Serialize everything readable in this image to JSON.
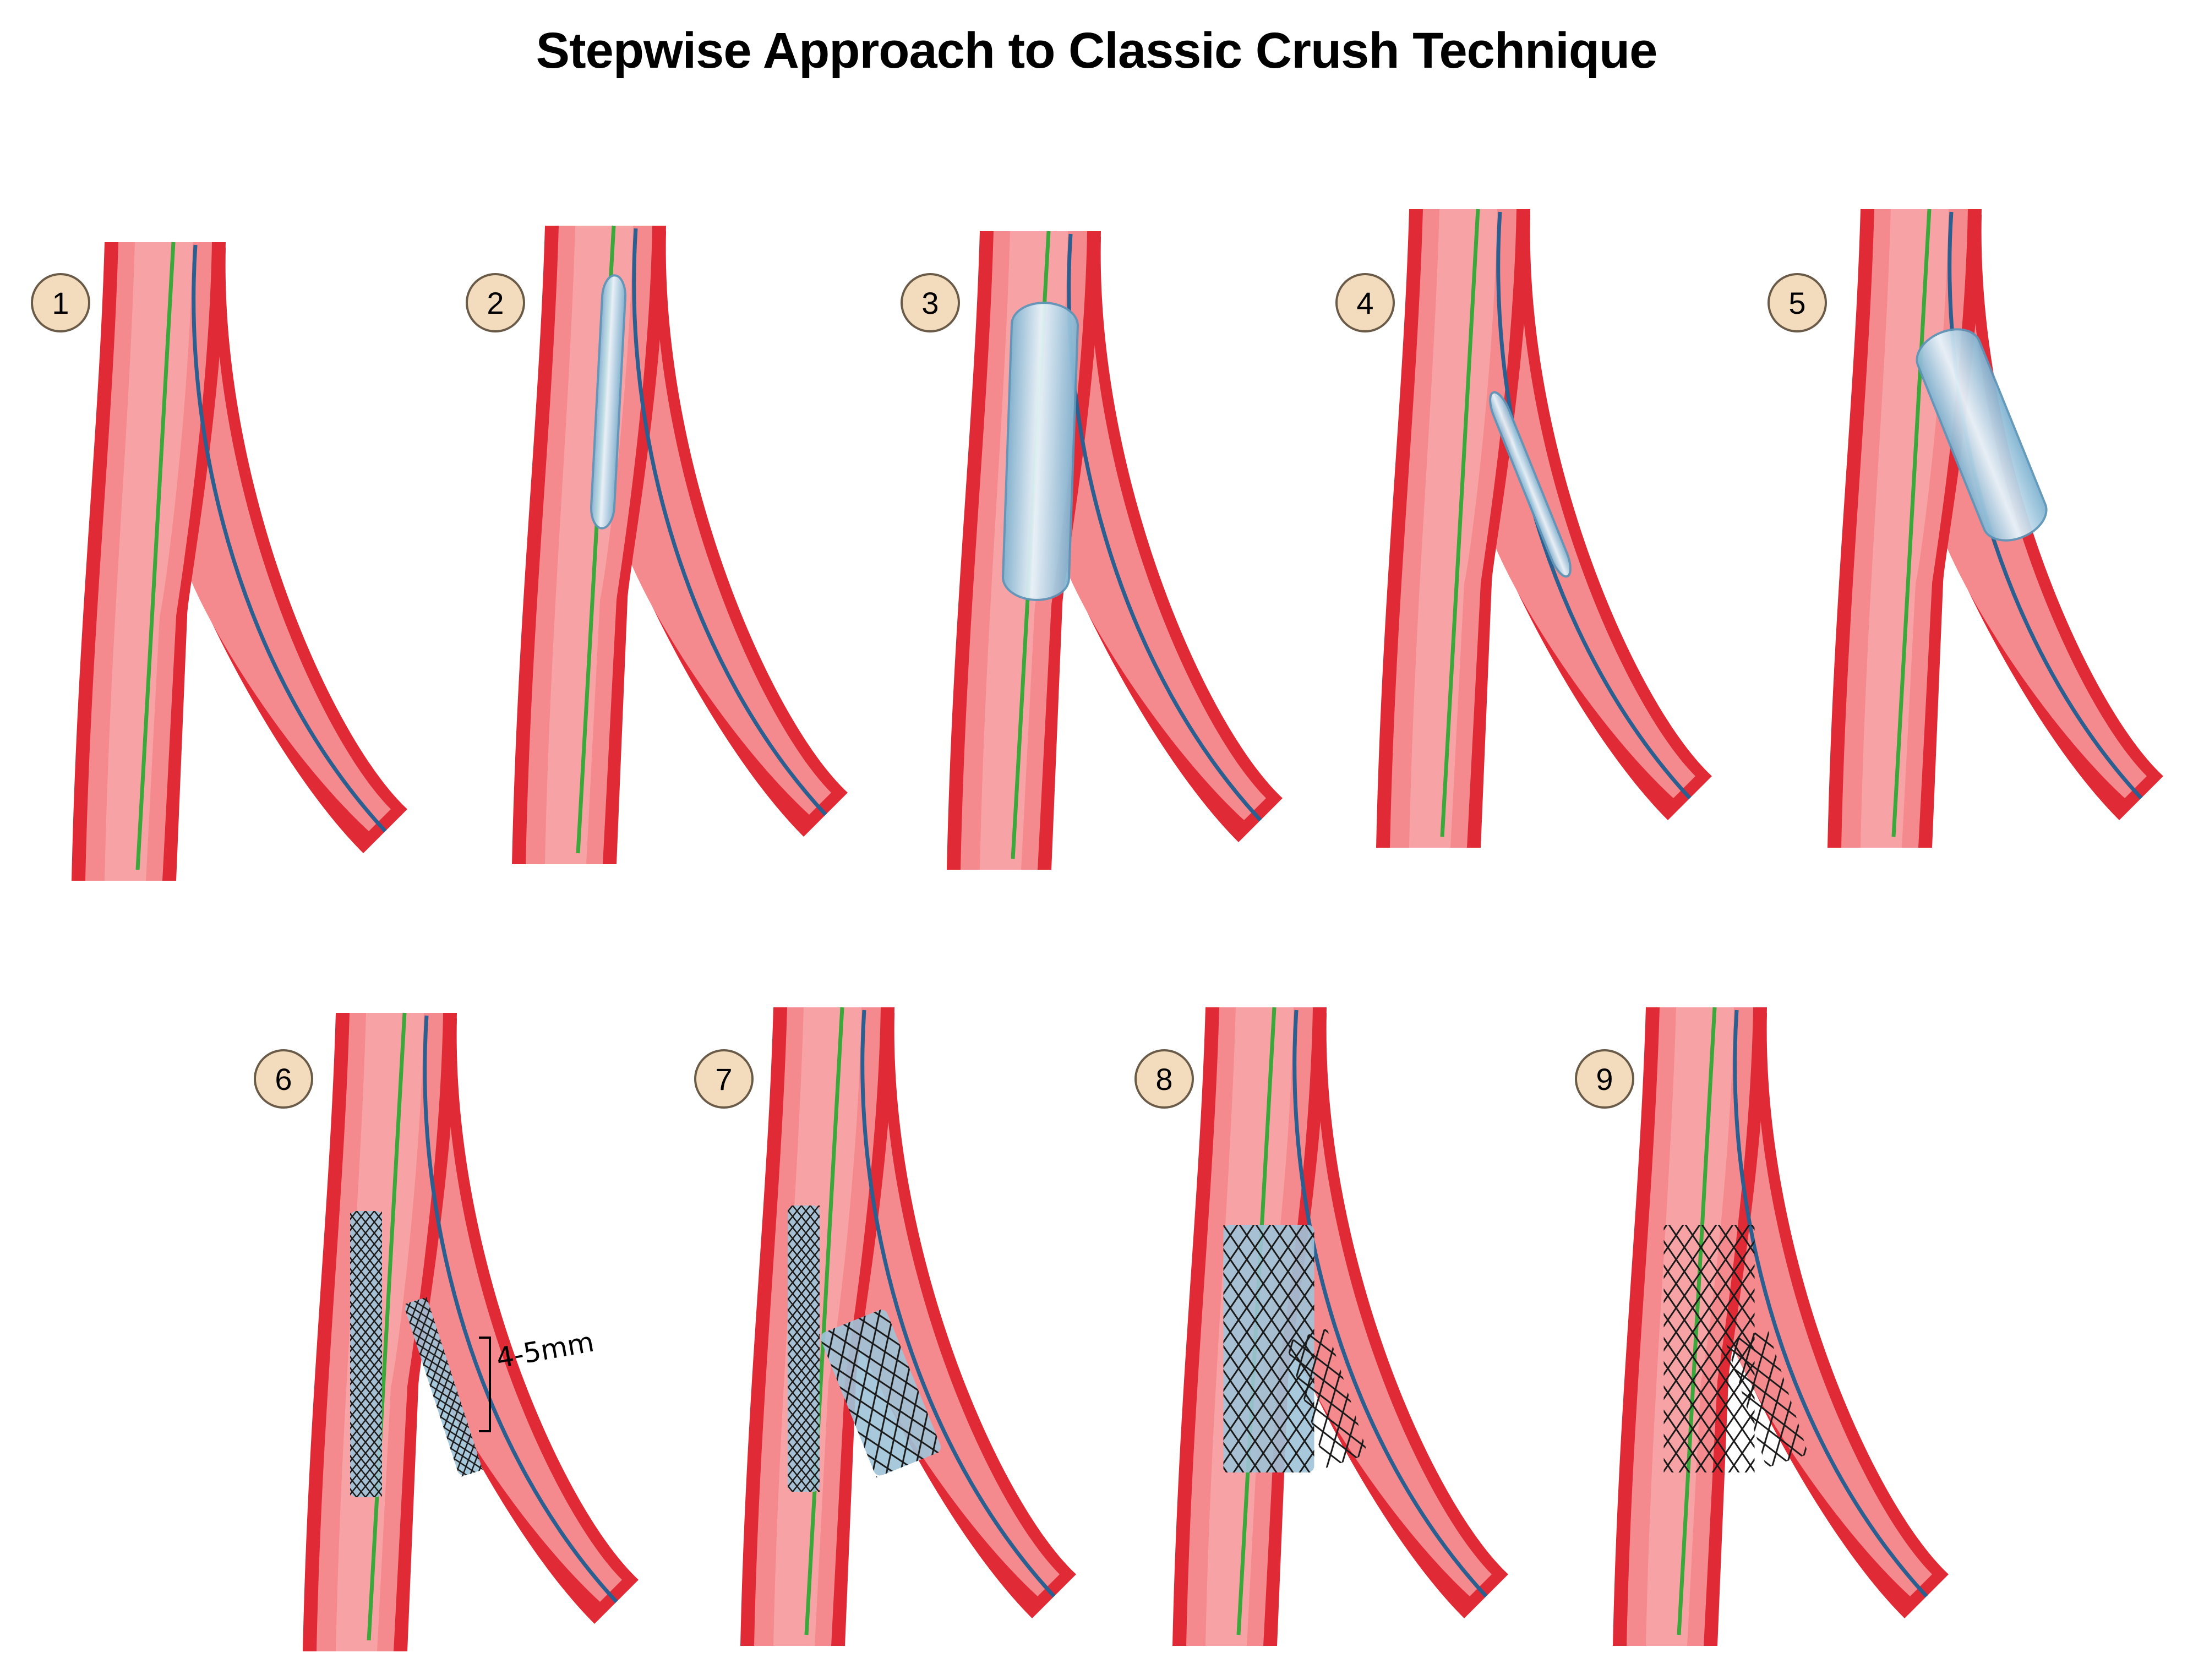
{
  "title": "Stepwise Approach to Classic Crush Technique",
  "steps": [
    {
      "number": "1",
      "balloon": "none",
      "stents": "none"
    },
    {
      "number": "2",
      "balloon": "main-small",
      "stents": "none"
    },
    {
      "number": "3",
      "balloon": "main-large",
      "stents": "none"
    },
    {
      "number": "4",
      "balloon": "side-small",
      "stents": "none"
    },
    {
      "number": "5",
      "balloon": "side-large",
      "stents": "none"
    },
    {
      "number": "6",
      "balloon": "none",
      "stents": "main-and-side-positioned",
      "annotation": "4-5mm"
    },
    {
      "number": "7",
      "balloon": "side-stent-expanded",
      "stents": "main-crimped, side-expanded"
    },
    {
      "number": "8",
      "balloon": "main-stent-expanded",
      "stents": "main-expanded, side-crushed"
    },
    {
      "number": "9",
      "balloon": "none",
      "stents": "final crush result"
    }
  ],
  "colors": {
    "vessel_wall": "#e02a36",
    "vessel_lumen": "#f48a8e",
    "vessel_center": "#f7a3a6",
    "main_wire": "#3aa83a",
    "side_wire": "#2a5f8f",
    "balloon": "#a9d4ea",
    "badge_fill": "#f3dcbd",
    "badge_stroke": "#6a5a48"
  }
}
